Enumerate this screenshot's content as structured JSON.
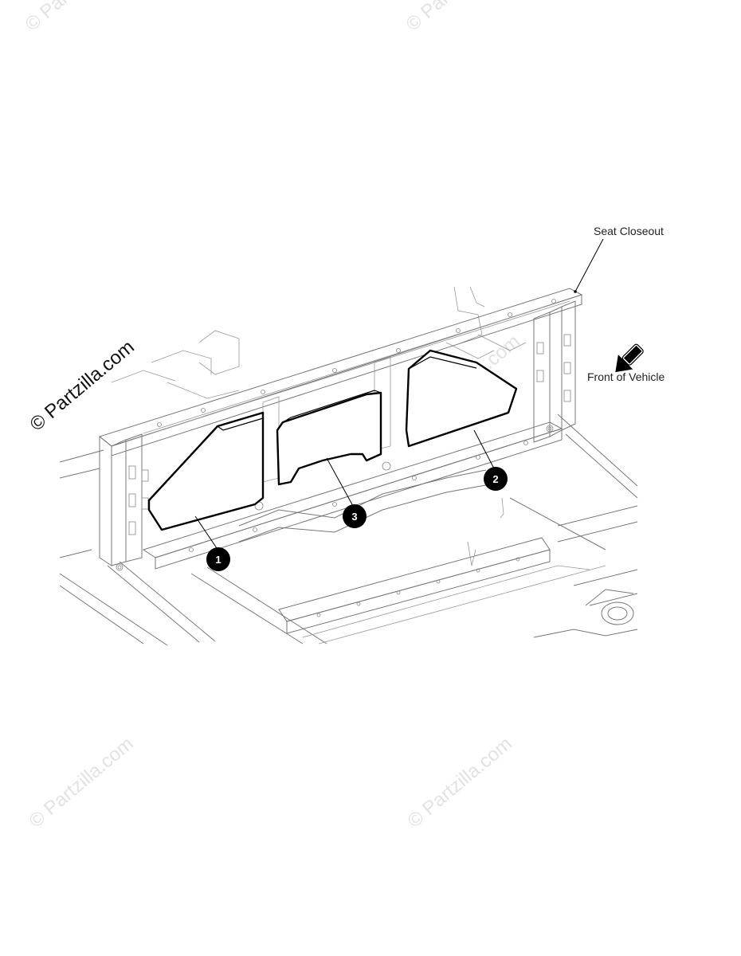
{
  "labels": {
    "seat_closeout": "Seat Closeout",
    "front_of_vehicle": "Front of Vehicle"
  },
  "callouts": [
    {
      "number": "1"
    },
    {
      "number": "2"
    },
    {
      "number": "3"
    }
  ],
  "watermark": {
    "text": "Partzilla.com",
    "symbol": "©"
  },
  "icons": {
    "direction_arrow": "front-arrow-icon"
  }
}
